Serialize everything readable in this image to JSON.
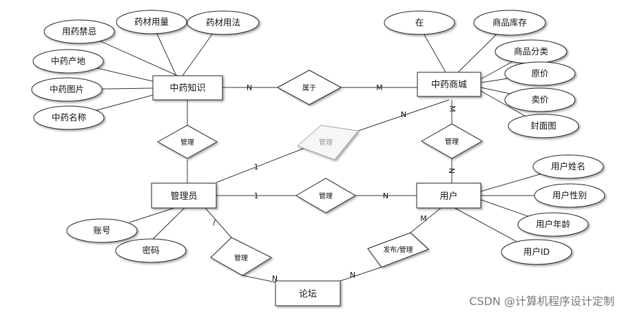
{
  "entities": {
    "knowledge": "中药知识",
    "mall": "中药商城",
    "admin": "管理员",
    "user": "用户",
    "forum": "论坛"
  },
  "attributes": {
    "knowledge_taboo": "用药禁忌",
    "knowledge_dosage": "药材用量",
    "knowledge_usage": "药材用法",
    "knowledge_origin": "中药产地",
    "knowledge_image": "中药图片",
    "knowledge_name": "中药名称",
    "mall_at": "在",
    "mall_stock": "商品库存",
    "mall_category": "商品分类",
    "mall_price": "原价",
    "mall_sale": "卖价",
    "mall_cover": "封面图",
    "user_name": "用户姓名",
    "user_gender": "用户性别",
    "user_age": "用户年龄",
    "user_id": "用户ID",
    "admin_account": "账号",
    "admin_password": "密码"
  },
  "relationships": {
    "belongs": "属于",
    "manage_knowledge": "管理",
    "manage_mall": "管理",
    "manage_user": "管理",
    "user_mall": "管理",
    "manage_forum": "管理",
    "post_manage": "发布/管理"
  },
  "cardinalities": {
    "kn_belongs": "N",
    "mall_belongs": "M",
    "admin_mallrel": "1",
    "mall_mallrel": "N",
    "admin_userrel": "1",
    "user_userrel": "N",
    "mall_usermall": "M",
    "user_usermall": "N",
    "admin_forumrel": "/",
    "forum_forumrel": "N",
    "forum_postrel": "N",
    "user_postrel": "M"
  },
  "watermark": "CSDN @计算机程序设计定制"
}
